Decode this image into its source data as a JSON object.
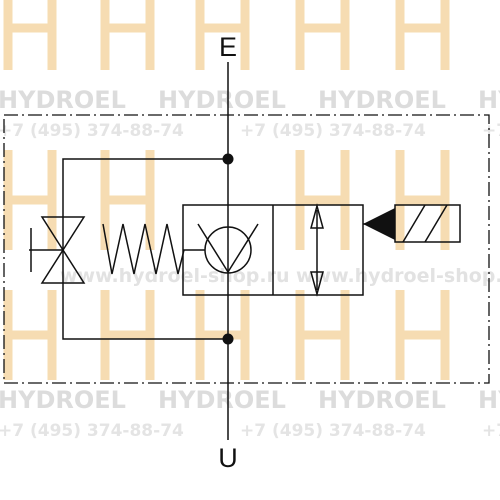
{
  "watermark": {
    "brand": "HYDROEL",
    "phone": "+7 (495) 374-88-74",
    "url": "www.hydroel-shop.ru",
    "logo_color": "#f6dcb2",
    "text_color": "#dcdcdc"
  },
  "ports": {
    "top": "E",
    "bottom": "U"
  },
  "symbol": {
    "line_color": "#111111",
    "boundary_style": "dash-dot",
    "components": [
      "check-valve",
      "spring",
      "adjustable-restrictor",
      "two-way-valve-body",
      "solenoid-actuator"
    ]
  }
}
